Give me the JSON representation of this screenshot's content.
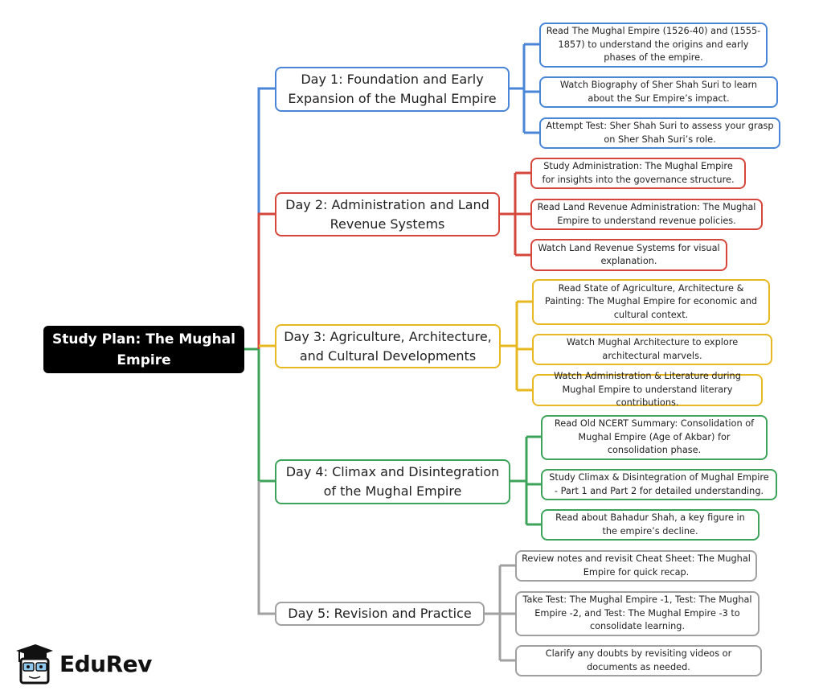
{
  "root": {
    "title": "Study Plan: The Mughal Empire"
  },
  "colors": {
    "day1": "#4a86d8",
    "day2": "#d5473b",
    "day3": "#e8b820",
    "day4": "#3da35a",
    "day5": "#a0a0a0"
  },
  "days": [
    {
      "title": "Day 1: Foundation and Early Expansion of the Mughal Empire",
      "tasks": [
        "Read The Mughal Empire (1526-40) and (1555-1857) to understand the origins and early phases of the empire.",
        "Watch Biography of Sher Shah Suri to learn about the Sur Empire’s impact.",
        "Attempt Test: Sher Shah Suri to assess your grasp on Sher Shah Suri’s role."
      ]
    },
    {
      "title": "Day 2: Administration and Land Revenue Systems",
      "tasks": [
        "Study Administration: The Mughal Empire for insights into the governance structure.",
        "Read Land Revenue Administration: The Mughal Empire to understand revenue policies.",
        "Watch Land Revenue Systems for visual explanation."
      ]
    },
    {
      "title": "Day 3: Agriculture, Architecture, and Cultural Developments",
      "tasks": [
        "Read State of Agriculture, Architecture & Painting: The Mughal Empire for economic and cultural context.",
        "Watch Mughal Architecture to explore architectural marvels.",
        "Watch Administration & Literature during Mughal Empire to understand literary contributions."
      ]
    },
    {
      "title": "Day 4: Climax and Disintegration of the Mughal Empire",
      "tasks": [
        "Read Old NCERT Summary: Consolidation of Mughal Empire (Age of Akbar) for consolidation phase.",
        "Study Climax & Disintegration of Mughal Empire - Part 1 and Part 2 for detailed understanding.",
        "Read about Bahadur Shah, a key figure in the empire’s decline."
      ]
    },
    {
      "title": "Day 5: Revision and Practice",
      "tasks": [
        "Review notes and revisit Cheat Sheet: The Mughal Empire for quick recap.",
        "Take Test: The Mughal Empire -1, Test: The Mughal Empire -2, and Test: The Mughal Empire -3 to consolidate learning.",
        "Clarify any doubts by revisiting videos or documents as needed."
      ]
    }
  ],
  "logo": {
    "text": "EduRev",
    "icon": "graduation-cap-mascot-icon"
  }
}
